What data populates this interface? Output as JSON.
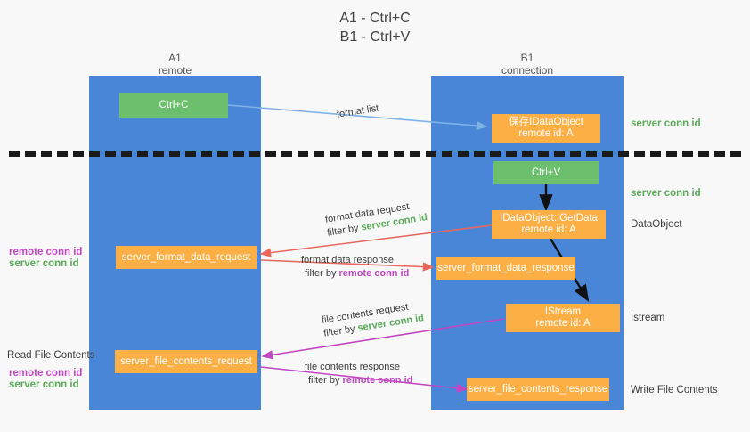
{
  "title": {
    "line1": "A1 - Ctrl+C",
    "line2": "B1 - Ctrl+V"
  },
  "lanes": [
    {
      "name": "A1",
      "sub": "remote"
    },
    {
      "name": "B1",
      "sub": "connection"
    }
  ],
  "boxes": {
    "ctrl_c": {
      "line1": "Ctrl+C",
      "line2": ""
    },
    "save_dataobject": {
      "line1": "保存IDataObject",
      "line2": "remote id: A"
    },
    "ctrl_v": {
      "line1": "Ctrl+V",
      "line2": ""
    },
    "getdata": {
      "line1": "IDataObject::GetData",
      "line2": "remote id: A"
    },
    "server_format_data_request": {
      "line1": "server_format_data_request",
      "line2": ""
    },
    "server_format_data_response": {
      "line1": "server_format_data_response",
      "line2": ""
    },
    "istream": {
      "line1": "IStream",
      "line2": "remote id: A"
    },
    "server_file_contents_request": {
      "line1": "server_file_contents_request",
      "line2": ""
    },
    "server_file_contents_response": {
      "line1": "server_file_contents_response",
      "line2": ""
    }
  },
  "annotations": {
    "format_list": "format list",
    "format_data_request": {
      "line1": "format data request",
      "filter_prefix": "filter by ",
      "filter_value": "server conn id"
    },
    "format_data_response": {
      "line1": "format data response",
      "filter_prefix": "filter by ",
      "filter_value": "remote conn id"
    },
    "file_contents_request": {
      "line1": "file contents request",
      "filter_prefix": "filter by ",
      "filter_value": "server conn id"
    },
    "file_contents_response": {
      "line1": "file contents response",
      "filter_prefix": "filter by ",
      "filter_value": "remote conn id"
    }
  },
  "side_labels": {
    "server_conn_id_top": "server conn id",
    "server_conn_id_mid": "server conn id",
    "dataobject": "DataObject",
    "istream": "Istream",
    "write_file_contents": "Write File Contents",
    "read_file_contents": "Read File Contents",
    "left_remote_conn_id_1": "remote conn id",
    "left_server_conn_id_1": "server conn id",
    "left_remote_conn_id_2": "remote conn id",
    "left_server_conn_id_2": "server conn id"
  },
  "colors": {
    "lane": "#4a86d8",
    "green_box": "#6cbf6c",
    "orange_box": "#fcaf45",
    "green_text": "#5aaa5a",
    "magenta_text": "#c246c2",
    "arrow_blue": "#7eb3e8",
    "arrow_red": "#e8685d",
    "arrow_magenta": "#c246c2",
    "arrow_black": "#111111",
    "background": "#f8f8f8"
  }
}
